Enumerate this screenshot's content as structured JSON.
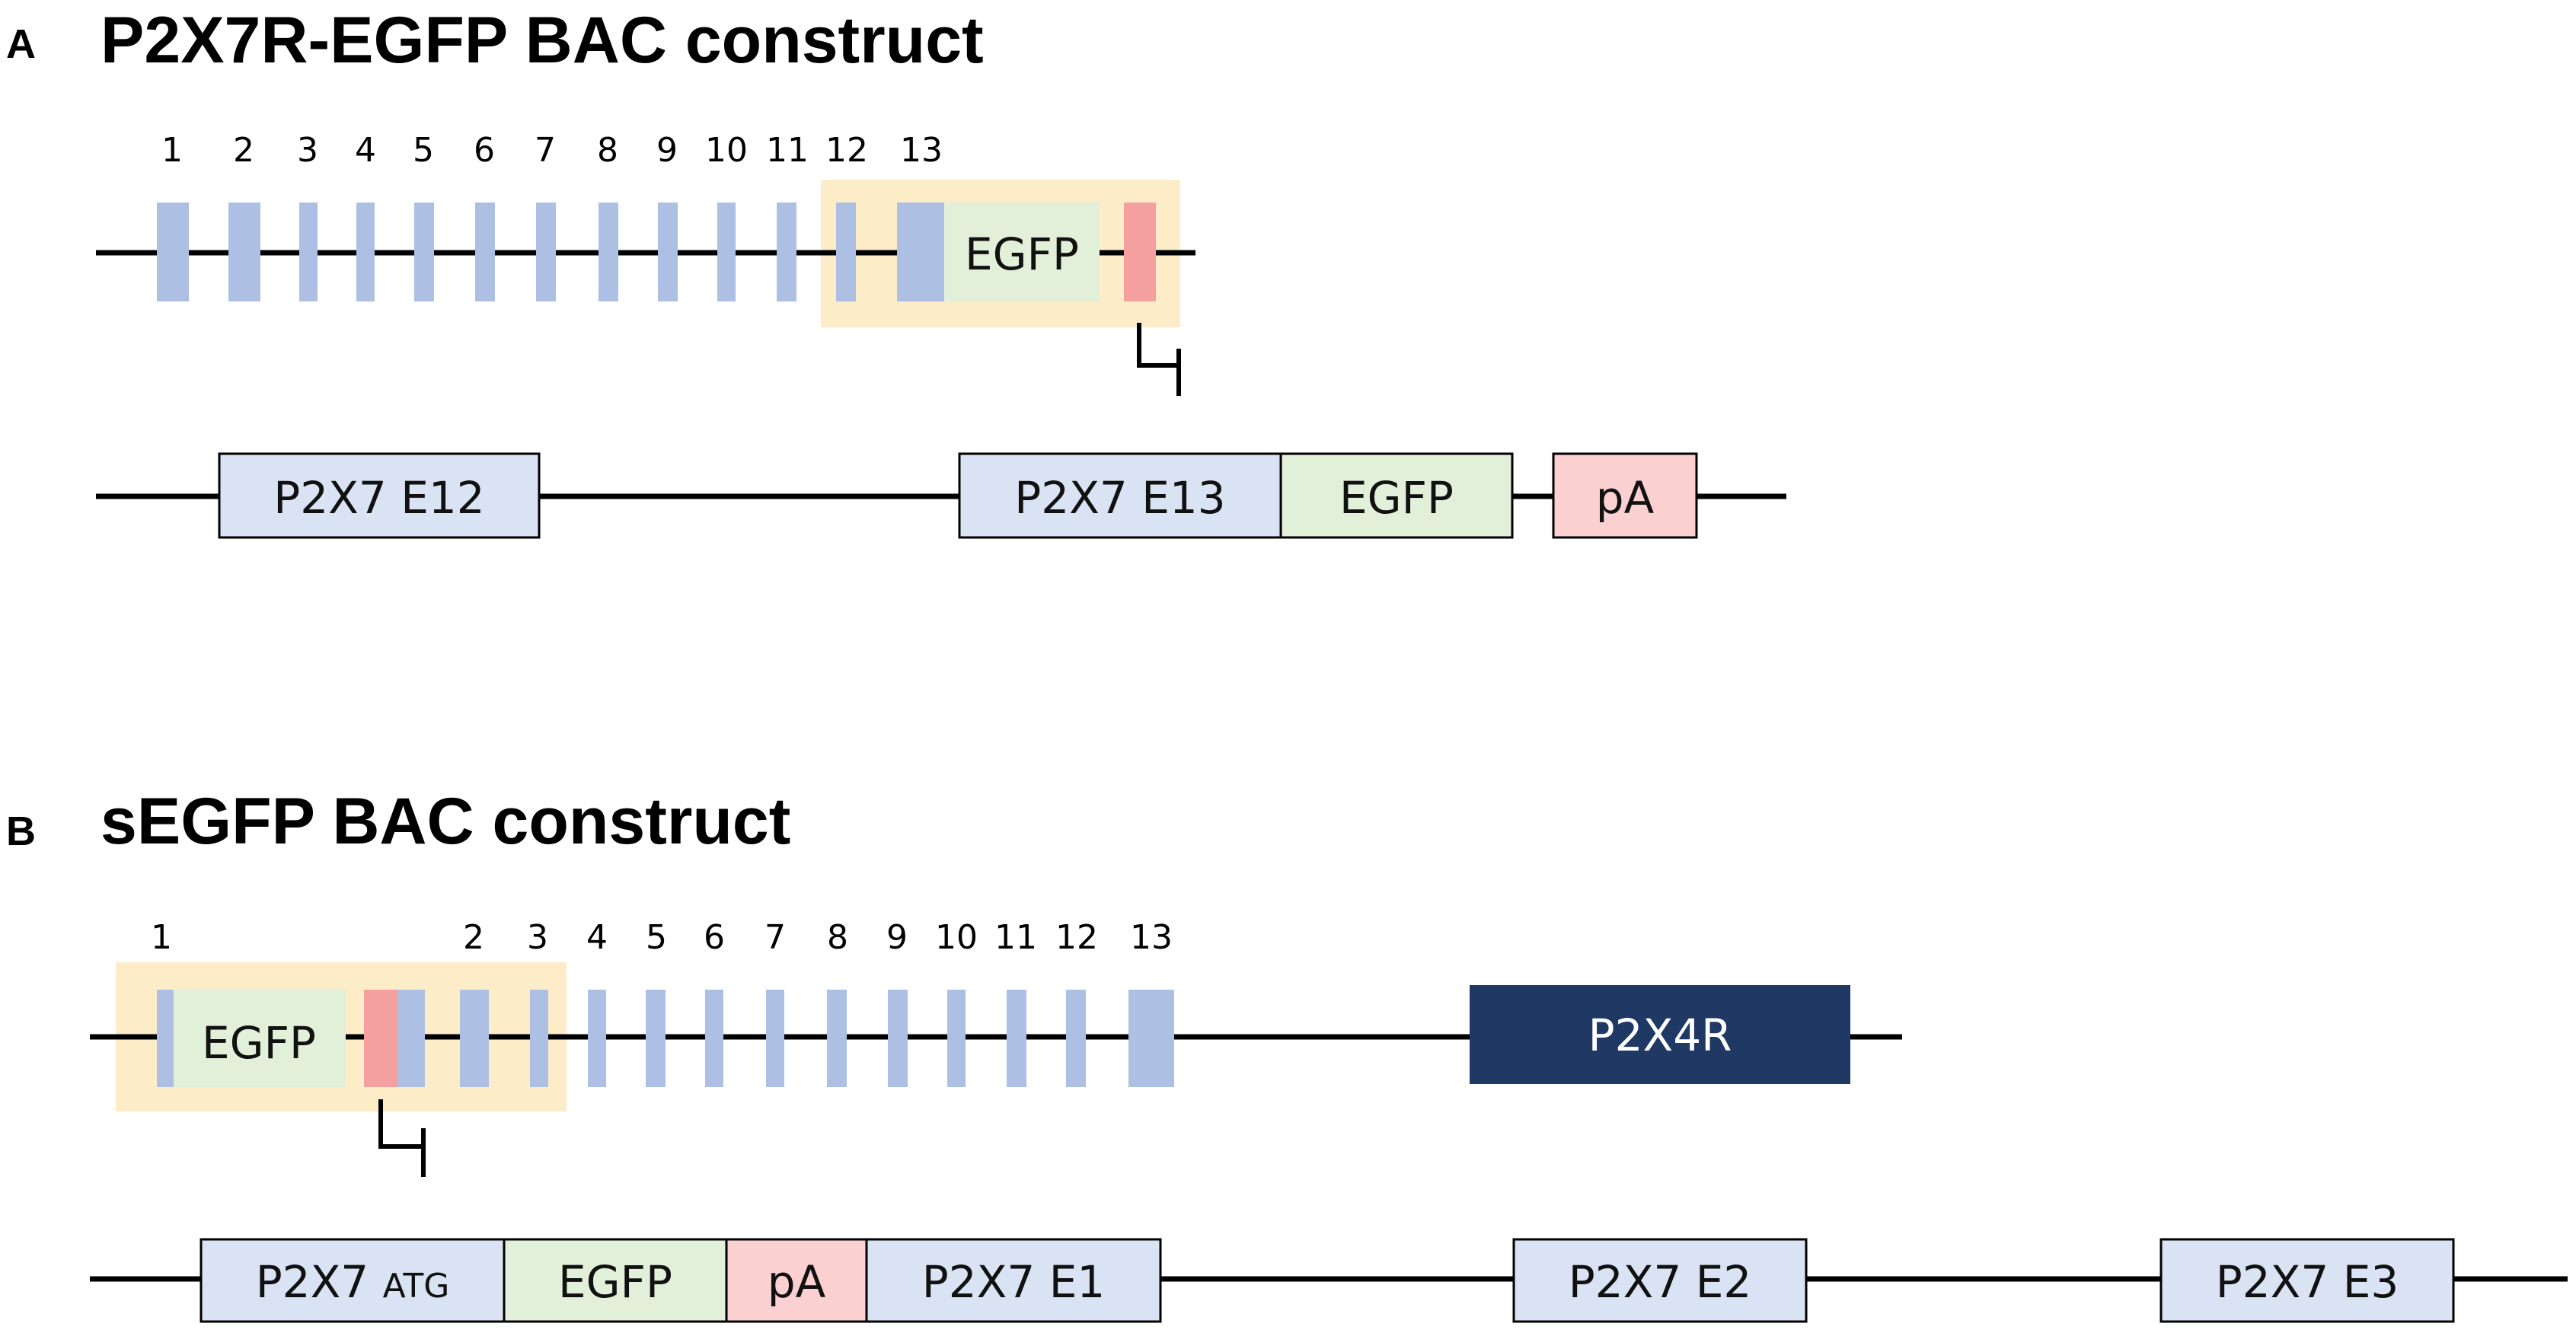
{
  "colors": {
    "exon": "#adbfe2",
    "egfp": "#e2f0d9",
    "polyA": "#f4a0a0",
    "highlight": "#fcecc8",
    "boxBlue": "#dae3f3",
    "boxGreen": "#e2f0d9",
    "boxPink": "#fbd0d0",
    "p2x4r": "#203864",
    "line": "#000000"
  },
  "panelA": {
    "letter": "A",
    "title": "P2X7R-EGFP BAC construct",
    "exon_numbers": [
      "1",
      "2",
      "3",
      "4",
      "5",
      "6",
      "7",
      "8",
      "9",
      "10",
      "11",
      "12",
      "13"
    ],
    "insert_label": "EGFP",
    "detail": {
      "e12": "P2X7 E12",
      "e13": "P2X7 E13",
      "egfp": "EGFP",
      "pa": "pA"
    }
  },
  "panelB": {
    "letter": "B",
    "title": "sEGFP BAC construct",
    "exon_numbers": [
      "1",
      "2",
      "3",
      "4",
      "5",
      "6",
      "7",
      "8",
      "9",
      "10",
      "11",
      "12",
      "13"
    ],
    "insert_label": "EGFP",
    "neighbor_gene": "P2X4R",
    "detail": {
      "atg_prefix": "P2X7 ",
      "atg_suffix": "ATG",
      "egfp": "EGFP",
      "pa": "pA",
      "e1": "P2X7 E1",
      "e2": "P2X7 E2",
      "e3": "P2X7 E3"
    }
  }
}
